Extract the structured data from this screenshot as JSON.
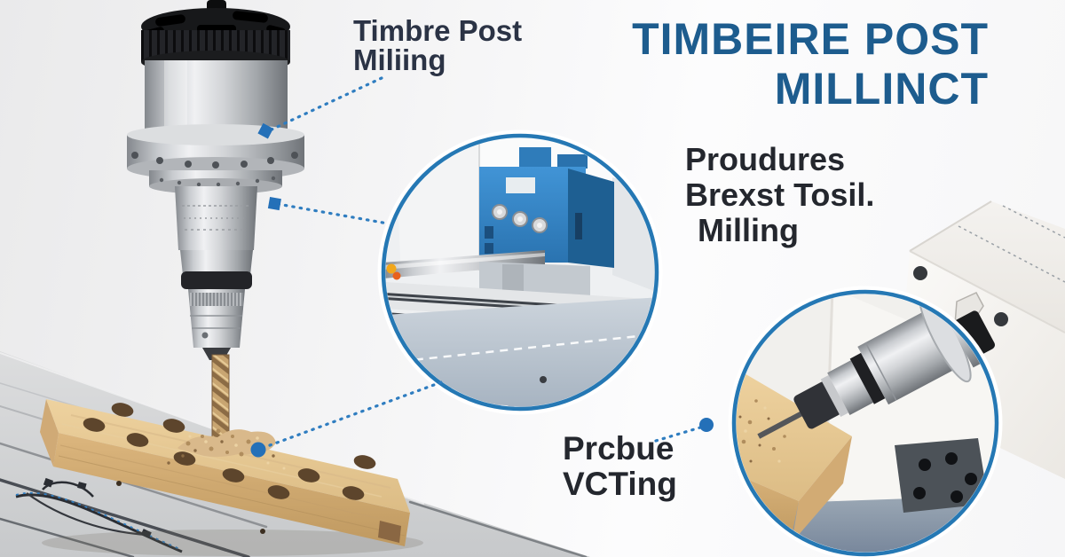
{
  "title": {
    "lines": [
      "TIMBEIRE POST",
      "MILLINCT"
    ]
  },
  "callouts": {
    "spindle": {
      "lines": [
        "Timbre Post",
        "Miliing"
      ]
    },
    "machine": {
      "lines": [
        "Proudures",
        "Brexst Tosil.",
        "Milling"
      ]
    },
    "drilling": {
      "lines": [
        "Prcbue",
        "VCTing"
      ]
    }
  },
  "colors": {
    "title_blue": "#1d5c8e",
    "label_navy": "#2b3345",
    "label_dark": "#24272e",
    "leader_blue": "#2f7dc0",
    "inset_border_blue": "#2578b4",
    "machine_blue": "#2f7fc2",
    "wood_tan": "#e5c897",
    "table_grey": "#d5d6d8"
  },
  "scene_objects": {
    "spindle_motor": "vertical milling spindle with drill bit",
    "timber_board": "wooden plank with drilled holes",
    "center_inset": "blue CNC milling machine",
    "right_inset": "horizontal spindle drilling timber"
  }
}
